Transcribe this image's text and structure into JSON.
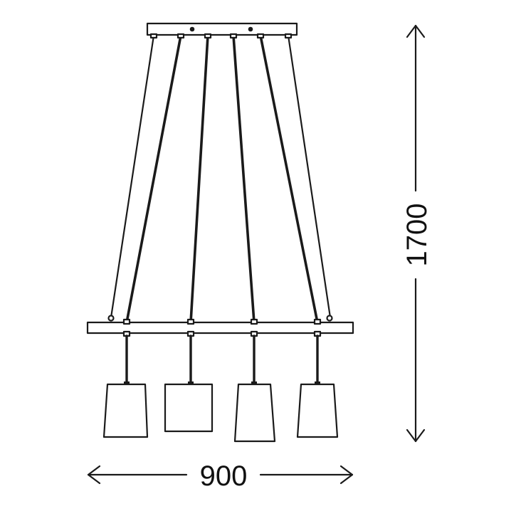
{
  "drawing": {
    "subject": "pendant-lamp-4-shades",
    "dimensions": {
      "width_label": "900",
      "height_label": "1700"
    },
    "colors": {
      "line": "#1a1a1a",
      "background": "#ffffff"
    }
  }
}
